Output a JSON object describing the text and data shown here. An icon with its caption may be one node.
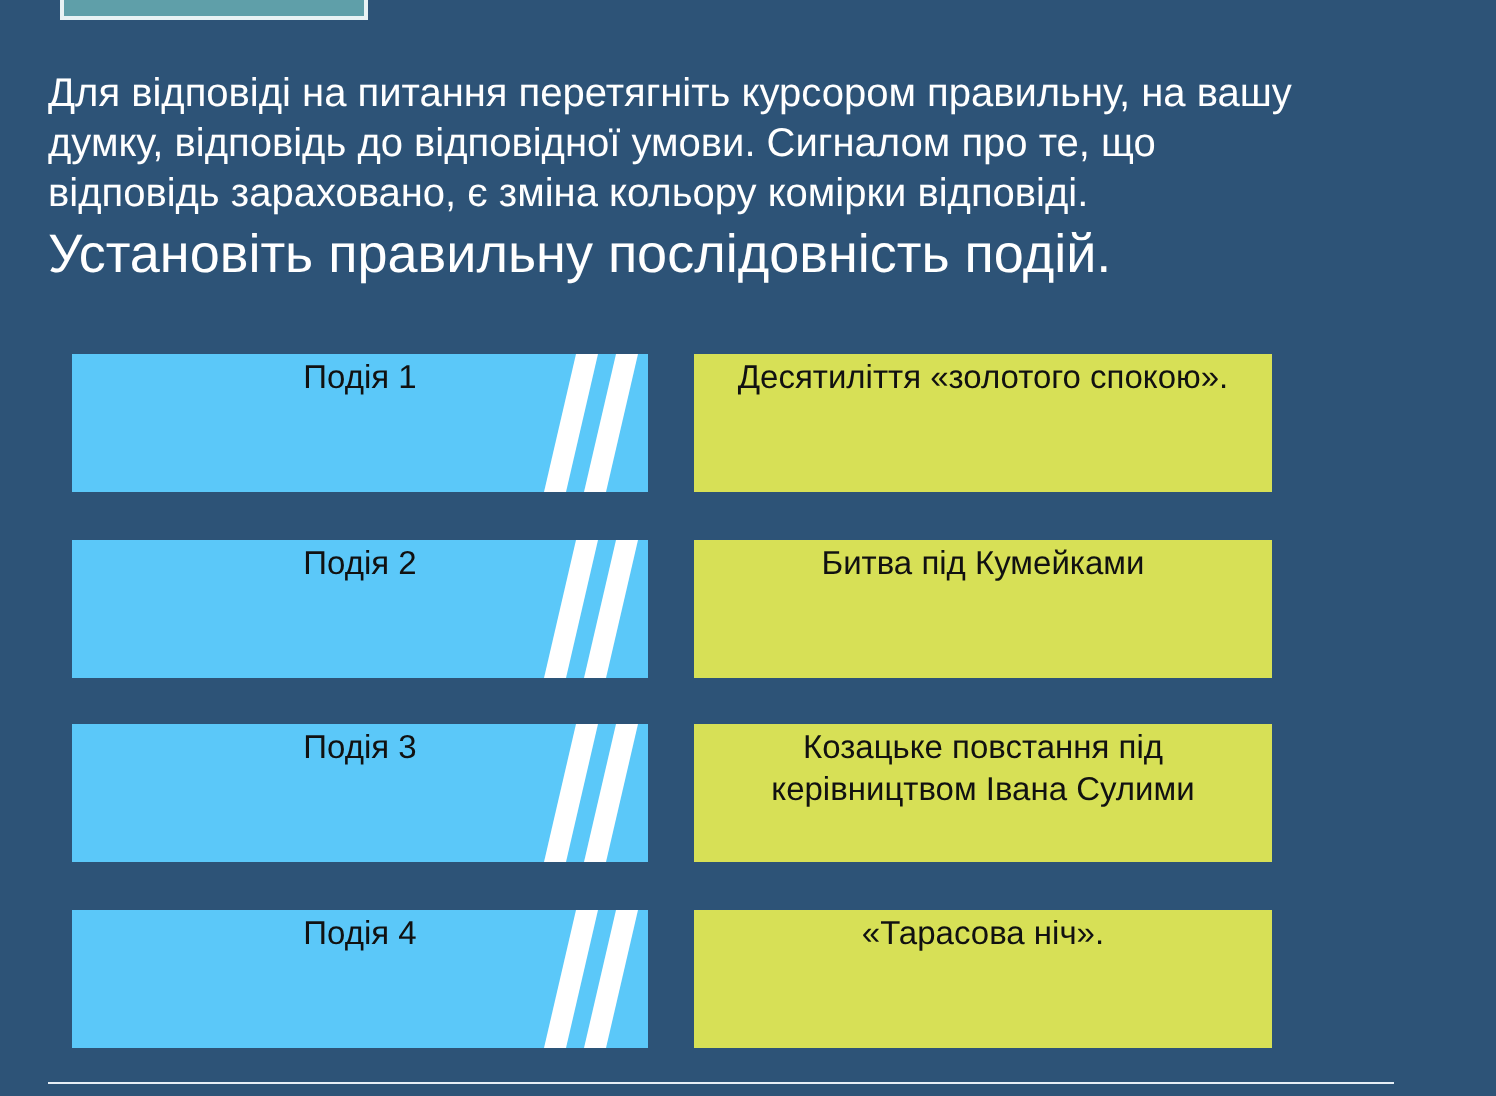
{
  "diagram": {
    "title": "Установіть правильну послідовність подій.",
    "nodes": [
      {
        "text": [
          "Подія 1"
        ]
      },
      {
        "text": [
          "Десятиліття «золотого спокою»."
        ]
      },
      {
        "text": [
          "Подія 2"
        ]
      },
      {
        "text": [
          "Битва під Кумейками"
        ]
      },
      {
        "text": [
          "Подія 3"
        ]
      },
      {
        "text": [
          "Козацьке повстання під керівництвом Івана Сулими"
        ]
      },
      {
        "text": [
          "Подія 4"
        ]
      },
      {
        "text": [
          "«Тарасова ніч»."
        ]
      }
    ],
    "labels": [
      "Для відповіді на питання перетягніть курсором правильну, на вашу думку, відповідь до відповідної умови. Сигналом про те, що відповідь зараховано, є зміна кольору комірки відповіді."
    ]
  }
}
